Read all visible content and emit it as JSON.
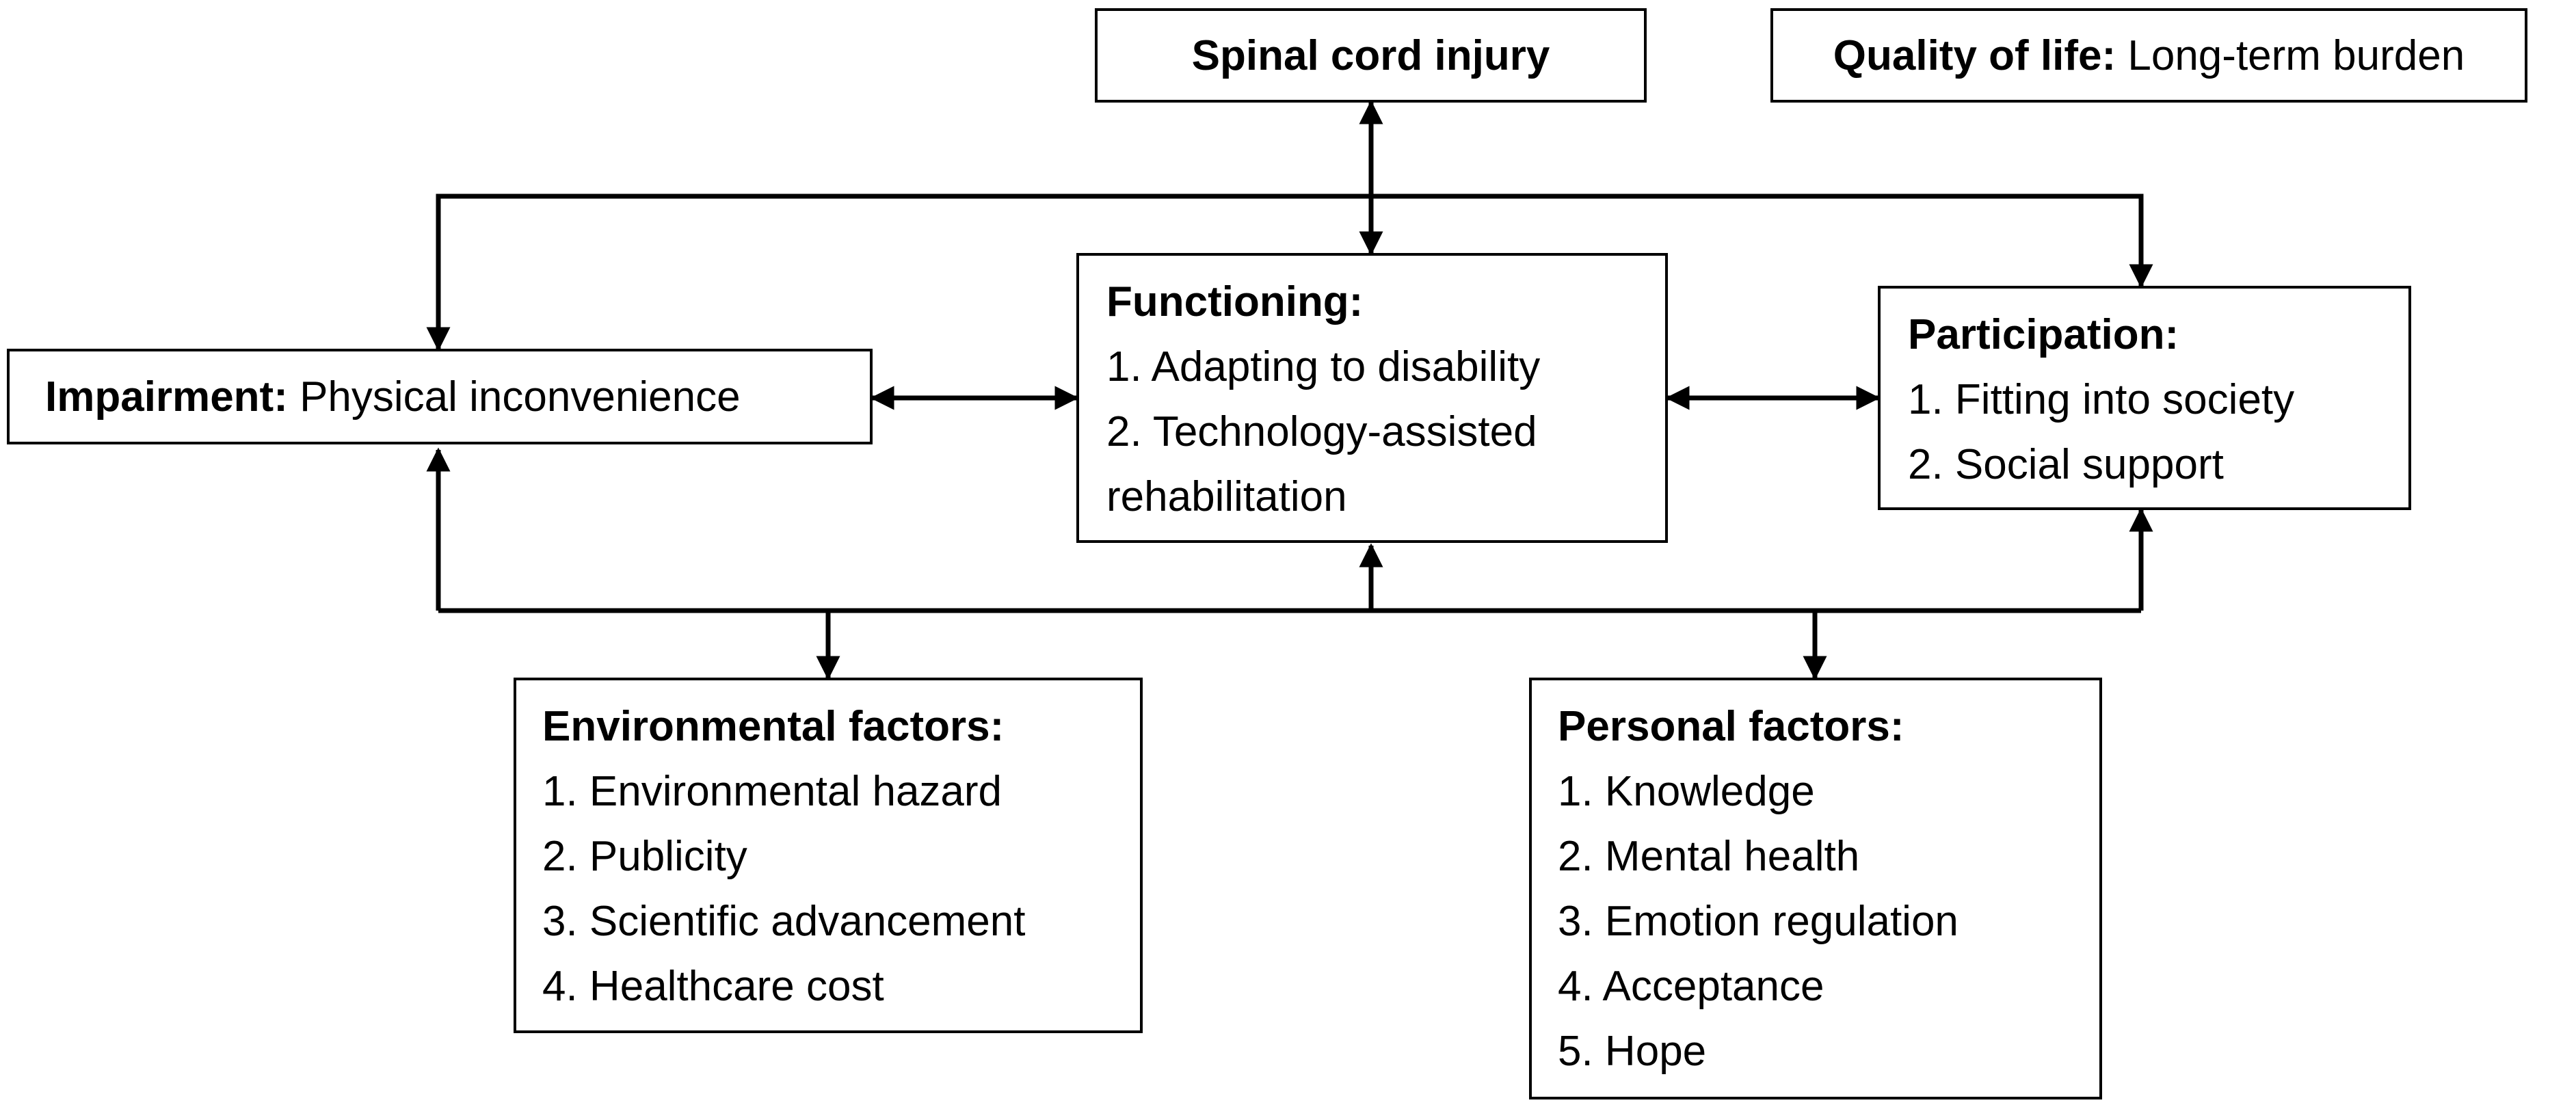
{
  "spinal_cord_injury": "Spinal cord injury",
  "quality_of_life": {
    "title": "Quality of life:",
    "text": " Long-term burden"
  },
  "impairment": {
    "title": "Impairment:",
    "text": " Physical inconvenience"
  },
  "functioning": {
    "title": "Functioning:",
    "items": [
      "1. Adapting to disability",
      "2. Technology-assisted",
      "rehabilitation"
    ]
  },
  "participation": {
    "title": "Participation:",
    "items": [
      "1. Fitting into society",
      "2. Social support"
    ]
  },
  "environmental_factors": {
    "title": "Environmental factors:",
    "items": [
      "1. Environmental hazard",
      "2. Publicity",
      "3. Scientific advancement",
      "4. Healthcare cost"
    ]
  },
  "personal_factors": {
    "title": "Personal factors:",
    "items": [
      "1. Knowledge",
      "2. Mental health",
      "3. Emotion regulation",
      "4. Acceptance",
      "5. Hope"
    ]
  },
  "colors": {
    "stroke": "#000000",
    "background": "#ffffff"
  }
}
